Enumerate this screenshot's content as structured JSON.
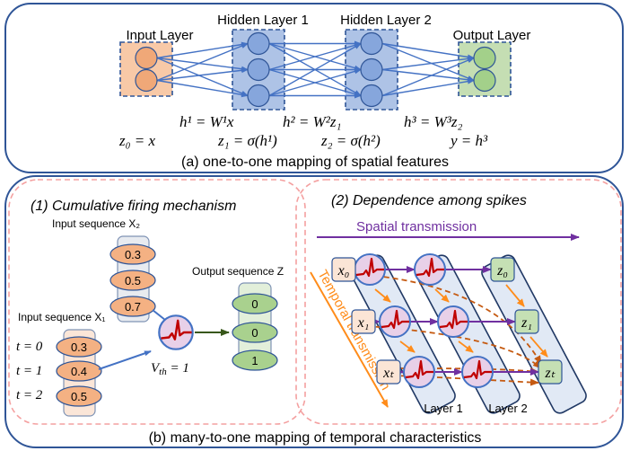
{
  "panel_a": {
    "layers": [
      {
        "label": "Input Layer",
        "neurons": 2,
        "fill": "#f8c9a7",
        "neuron_fill": "#f0a878"
      },
      {
        "label": "Hidden Layer 1",
        "neurons": 3,
        "fill": "#aec3e6",
        "neuron_fill": "#86a6dc"
      },
      {
        "label": "Hidden Layer 2",
        "neurons": 3,
        "fill": "#aec3e6",
        "neuron_fill": "#86a6dc"
      },
      {
        "label": "Output Layer",
        "neurons": 2,
        "fill": "#c5deb3",
        "neuron_fill": "#a3d08a"
      }
    ],
    "equations_top": [
      "h¹ = W¹x",
      "h² = W²z₁",
      "h³ = W³z₂"
    ],
    "equations_bottom": [
      "z₀ = x",
      "z₁ = σ(h¹)",
      "z₂ = σ(h²)",
      "y = h³"
    ],
    "caption": "(a) one-to-one mapping of spatial features"
  },
  "panel_b": {
    "caption": "(b) many-to-one mapping of temporal characteristics",
    "sub1": {
      "title": "(1) Cumulative firing mechanism",
      "input_x2_label": "Input sequence X₂",
      "input_x2_values": [
        "0.3",
        "0.5",
        "0.7"
      ],
      "input_x1_label": "Input sequence X₁",
      "input_x1_values": [
        "0.3",
        "0.4",
        "0.5"
      ],
      "time_labels": [
        "t = 0",
        "t = 1",
        "t = 2"
      ],
      "threshold_label": "V_th = 1",
      "threshold_main": "V",
      "threshold_sub": "th",
      "threshold_rest": " = 1",
      "output_label": "Output sequence Z",
      "output_values": [
        "0",
        "0",
        "1"
      ]
    },
    "sub2": {
      "title": "(2) Dependence among spikes",
      "spatial_label": "Spatial transmission",
      "temporal_label": "Temporal transmission",
      "inputs": [
        "x₀",
        "x₁",
        "xₜ"
      ],
      "outputs": [
        "z₀",
        "z₁",
        "zₜ"
      ],
      "layer_labels": [
        "Layer 1",
        "Layer 2"
      ]
    }
  },
  "colors": {
    "frame_blue": "#2f5597",
    "dashed_pink": "#f4a0a0",
    "arrow_blue": "#4472c4",
    "purple": "#7030a0",
    "orange": "#ff8c1a",
    "dash_orange": "#c55a11",
    "spike_red": "#c00000",
    "neuron_pink": "#e8d0e8",
    "green_arrow": "#38571a"
  }
}
